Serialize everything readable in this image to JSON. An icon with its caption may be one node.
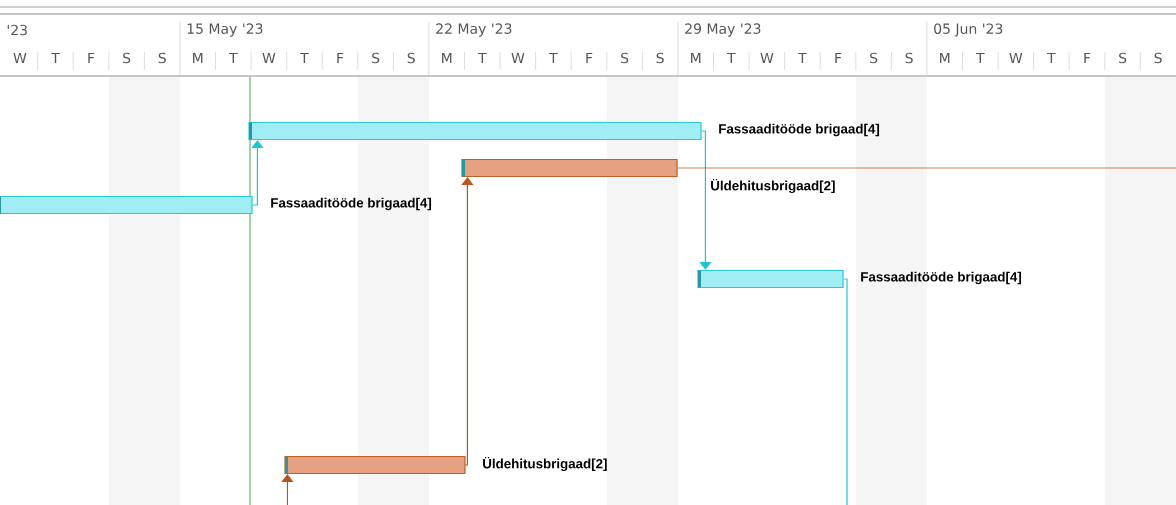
{
  "diagram": {
    "nodes": [
      {
        "text": [],
        "shape": "bar",
        "beside": [
          "Fassaaditööde brigaad[4]"
        ]
      },
      {
        "text": [],
        "shape": "bar",
        "beside": [
          "Üldehitusbrigaad[2]"
        ]
      },
      {
        "text": [],
        "shape": "bar",
        "beside": [
          "Fassaaditööde brigaad[4]"
        ]
      },
      {
        "text": [],
        "shape": "bar",
        "beside": [
          "Fassaaditööde brigaad[4]"
        ]
      },
      {
        "text": [],
        "shape": "bar",
        "beside": [
          "Üldehitusbrigaad[2]"
        ]
      }
    ],
    "edges": [
      {
        "from": 2,
        "to": 0,
        "arrow": "to",
        "color": "#1fc4d4"
      },
      {
        "from": 0,
        "to": 3,
        "arrow": "to",
        "color": "#1fc4d4"
      },
      {
        "from": 4,
        "to": 1,
        "arrow": "to",
        "color": "#b8561c"
      },
      {
        "from": 1,
        "to": null,
        "arrow": "none",
        "color": "#b8561c"
      },
      {
        "from": 3,
        "to": null,
        "arrow": "none",
        "color": "#1fc4d4"
      },
      {
        "from": null,
        "to": 4,
        "arrow": "to",
        "color": "#b8561c"
      }
    ],
    "labels": [
      "'23",
      "15 May '23",
      "22 May '23",
      "29 May '23",
      "05 Jun '23",
      "W",
      "T",
      "F",
      "S",
      "S",
      "M",
      "T",
      "W",
      "T",
      "F",
      "S",
      "S",
      "M",
      "T",
      "W",
      "T",
      "F",
      "S",
      "S",
      "M",
      "T",
      "W",
      "T",
      "F",
      "S",
      "S",
      "M",
      "T",
      "W",
      "T",
      "F",
      "S",
      "S"
    ]
  }
}
